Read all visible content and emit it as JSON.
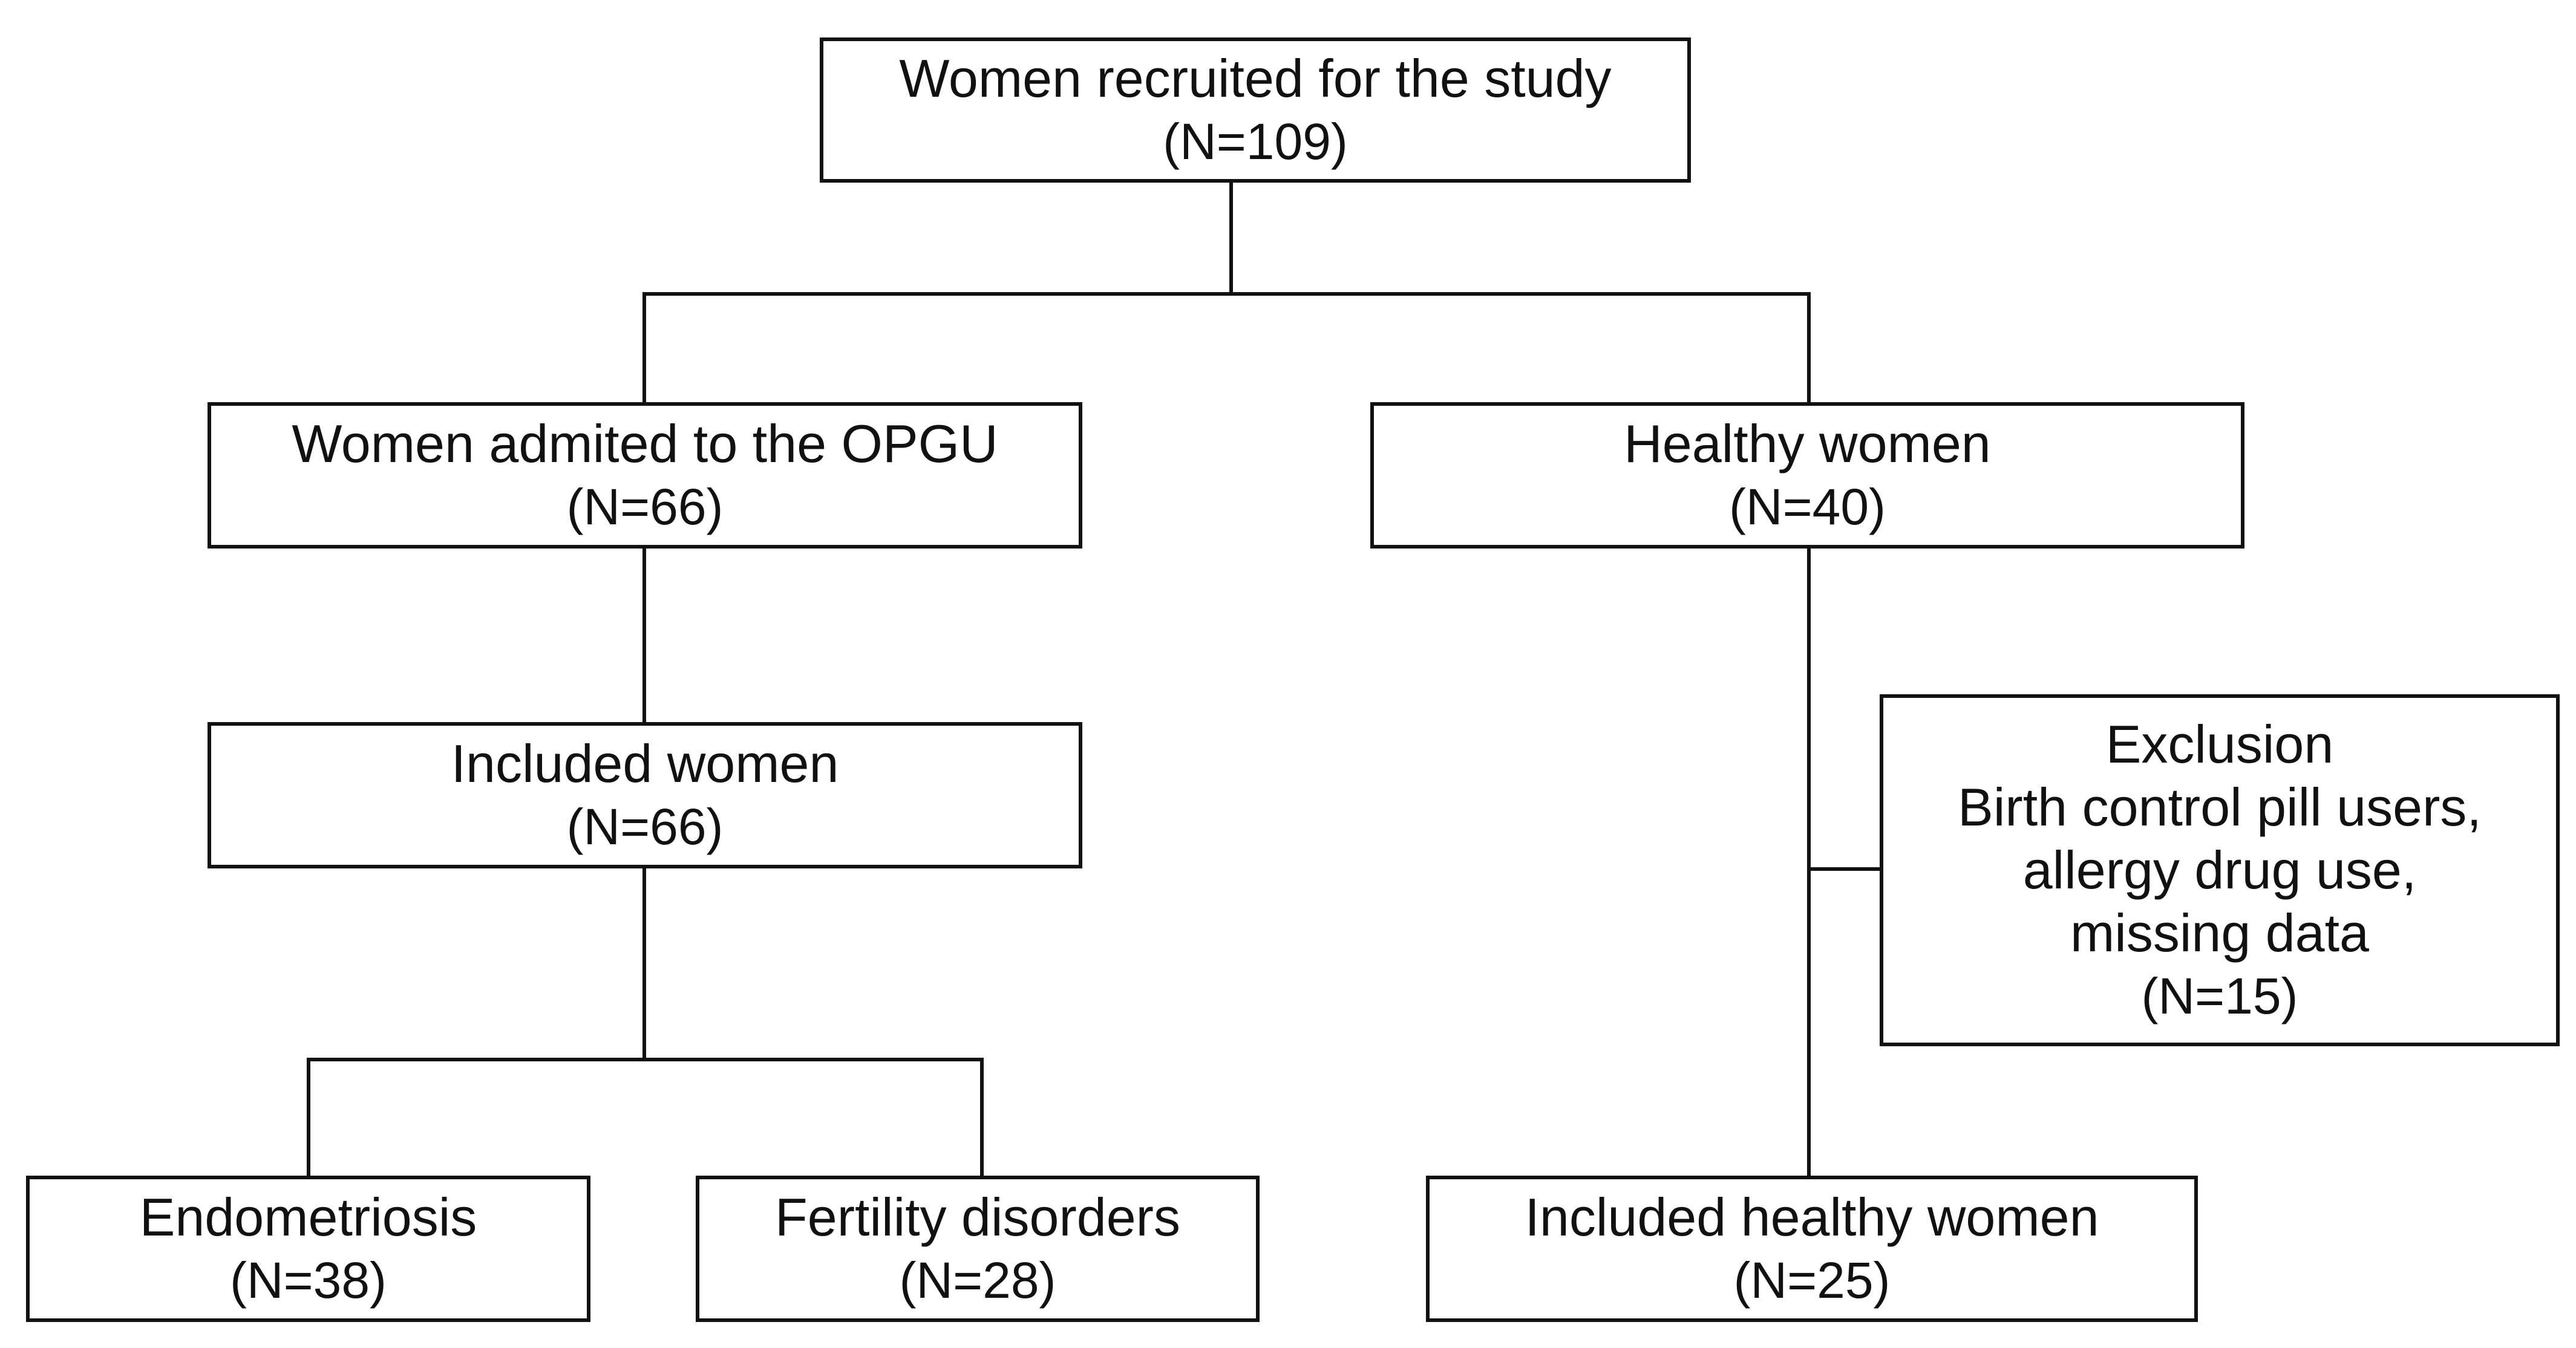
{
  "nodes": {
    "recruited": {
      "label": "Women recruited for the study",
      "count": "(N=109)"
    },
    "opgu": {
      "label": "Women admited to the OPGU",
      "count": "(N=66)"
    },
    "healthy": {
      "label": "Healthy women",
      "count": "(N=40)"
    },
    "included": {
      "label": "Included women",
      "count": "(N=66)"
    },
    "exclusion": {
      "title": "Exclusion",
      "line1": "Birth control pill users,",
      "line2": "allergy drug use,",
      "line3": "missing data",
      "count": "(N=15)"
    },
    "endometriosis": {
      "label": "Endometriosis",
      "count": "(N=38)"
    },
    "fertility": {
      "label": "Fertility disorders",
      "count": "(N=28)"
    },
    "included_healthy": {
      "label": "Included healthy women",
      "count": "(N=25)"
    }
  },
  "colors": {
    "line": "#111111",
    "box_border": "#111111",
    "background": "#ffffff"
  }
}
